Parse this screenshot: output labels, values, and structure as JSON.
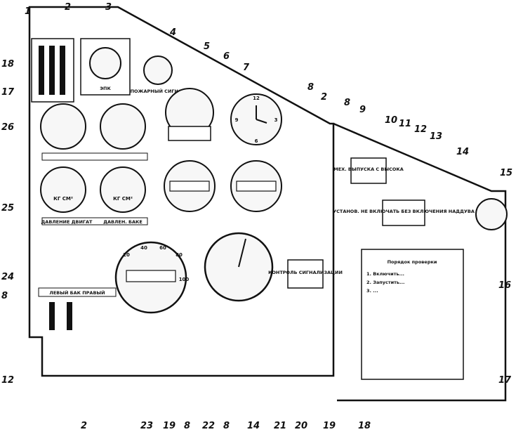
{
  "callouts": {
    "left": [
      "18",
      "17",
      "26",
      "25",
      "24",
      "8",
      "12"
    ],
    "top": [
      "1",
      "2",
      "3",
      "4",
      "5",
      "6",
      "7",
      "8",
      "2",
      "8",
      "9",
      "10",
      "11",
      "12",
      "13",
      "14",
      "15"
    ],
    "bottom": [
      "2",
      "23",
      "19",
      "8",
      "22",
      "8",
      "14",
      "21",
      "20",
      "19",
      "18",
      "17"
    ],
    "right": [
      "16"
    ]
  },
  "captions": {
    "esp_button": "ЭПК",
    "fire_button": "ПОЖАРНЫЙ СИГНАЛ",
    "oil_temp_band": "",
    "oil_press_band": "ДАВЛЕНИЕ ДВИГАТ",
    "fuel_press_band": "ДАВЛЕН. БАКЕ",
    "clock_label": "",
    "tacho_band": "",
    "fire_lamp": "КОНТРОЛЬ СИГНАЛИЗАЦИИ",
    "mek_box": "МЕХ. ВЫПУСКА С ВЫСОКА",
    "ust_box": "УСТАНОВ. НЕ ВКЛЮЧАТЬ БЕЗ ВКЛЮЧЕНИЯ НАДДУВА",
    "tank_band": "ЛЕВЫЙ БАК ПРАВЫЙ",
    "start_band": "",
    "check_band": "",
    "rubber_band": "",
    "panel_header": "",
    "gauge_kg": "КГ СМ²",
    "vertical_a": "",
    "vertical_b": ""
  },
  "checklist": {
    "title": "Порядок проверки",
    "lines": [
      "1. Включить...",
      "2. Запустить...",
      "3. ..."
    ]
  },
  "dial_ticks": {
    "tacho": [
      "20",
      "40",
      "60",
      "80",
      "100"
    ],
    "clock": [
      "12",
      "3",
      "6",
      "9"
    ]
  }
}
